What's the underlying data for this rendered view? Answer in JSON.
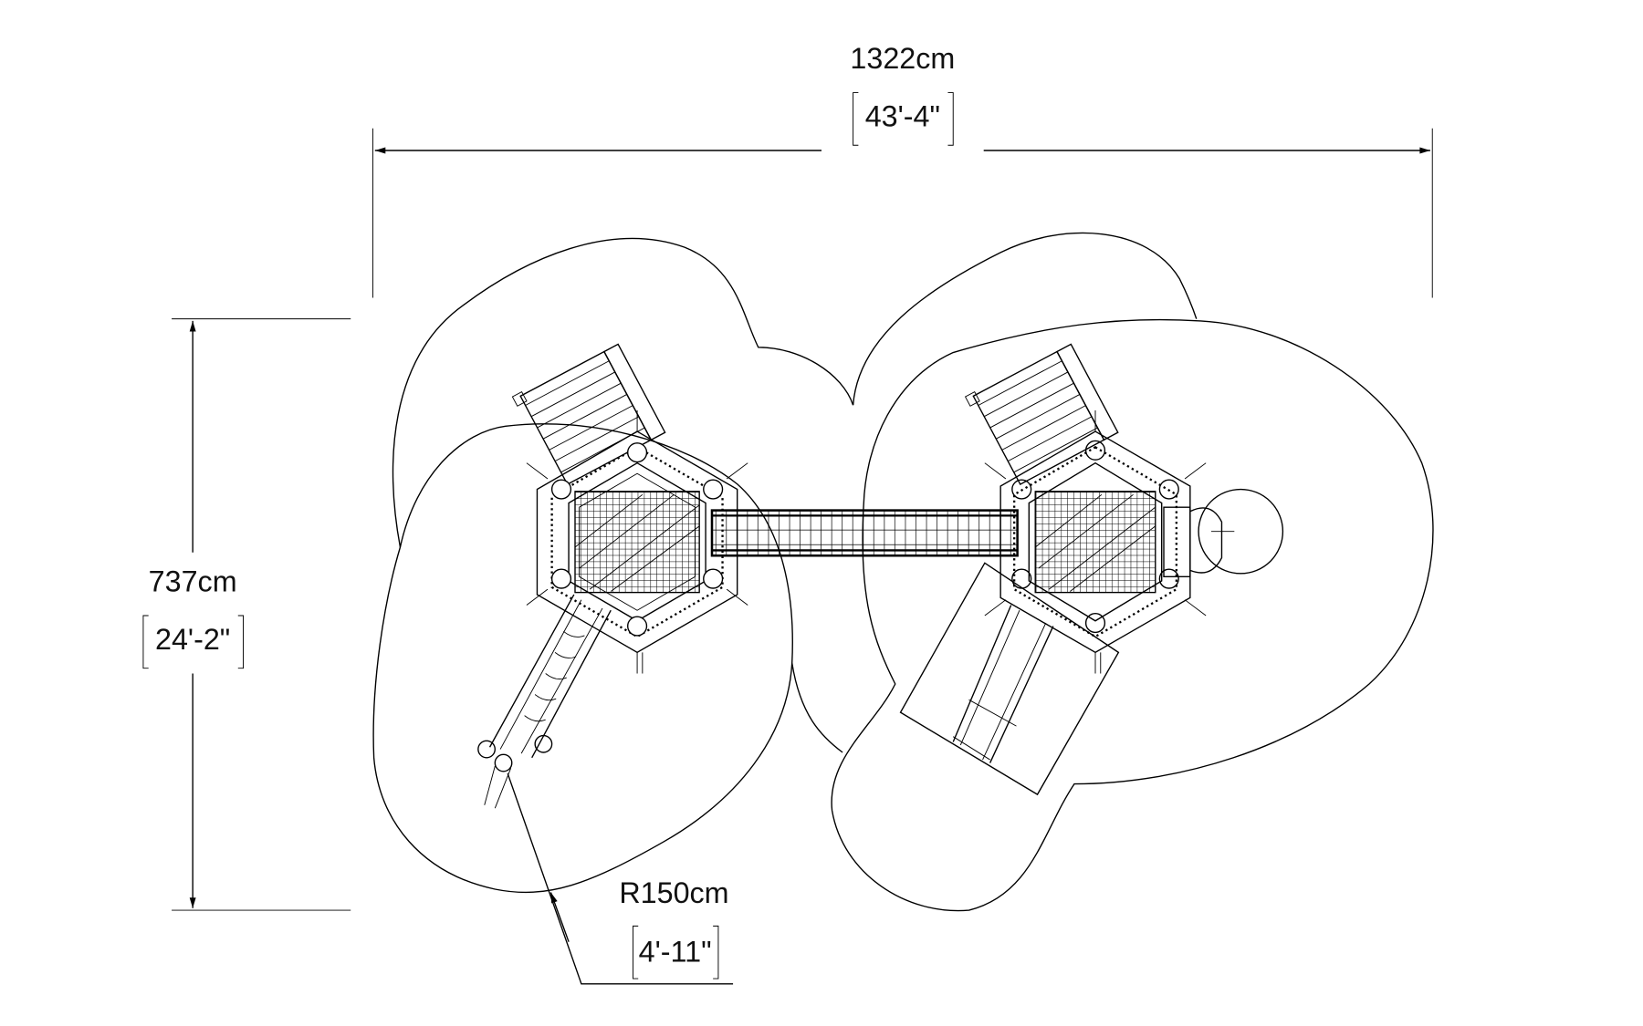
{
  "dimensions": {
    "width_metric": "1322cm",
    "width_imperial": "43'-4\"",
    "depth_metric": "737cm",
    "depth_imperial": "24'-2\"",
    "radius_metric": "R150cm",
    "radius_imperial": "4'-11\""
  },
  "colors": {
    "line": "#000000",
    "background": "#ffffff"
  }
}
